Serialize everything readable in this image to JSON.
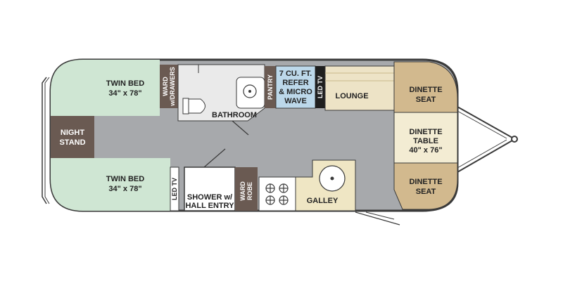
{
  "colors": {
    "floor": "#a7a9ac",
    "bed": "#cfe6d3",
    "wood": "#6a5a52",
    "lounge": "#ede3c6",
    "dinette_seat": "#d2b98e",
    "dinette_table": "#f3ecd3",
    "refer": "#bcd8ea",
    "galley": "#efe6c4",
    "outline": "#3a3a3a"
  },
  "rooms": {
    "twin_bed_top": {
      "title": "TWIN BED",
      "size": "34\" x 78\""
    },
    "twin_bed_bottom": {
      "title": "TWIN BED",
      "size": "34\" x 78\""
    },
    "night_stand": {
      "line1": "NIGHT",
      "line2": "STAND"
    },
    "wardrobe_drawers": {
      "line1": "WARD",
      "line2": "w/DRAWERS"
    },
    "bathroom": "BATHROOM",
    "pantry": "PANTRY",
    "refer": {
      "line1": "7 CU. FT.",
      "line2": "REFER",
      "line3": "& MICRO",
      "line4": "WAVE"
    },
    "led_tv_top": "LED TV",
    "led_tv_bottom": "LED TV",
    "lounge": "LOUNGE",
    "dinette_seat_top": {
      "line1": "DINETTE",
      "line2": "SEAT"
    },
    "dinette_table": {
      "line1": "DINETTE",
      "line2": "TABLE",
      "line3": "40\" x 76\""
    },
    "dinette_seat_bottom": {
      "line1": "DINETTE",
      "line2": "SEAT"
    },
    "shower": {
      "line1": "SHOWER w/",
      "line2": "HALL ENTRY"
    },
    "wardrobe": {
      "line1": "WARD",
      "line2": "ROBE"
    },
    "galley": "GALLEY"
  }
}
